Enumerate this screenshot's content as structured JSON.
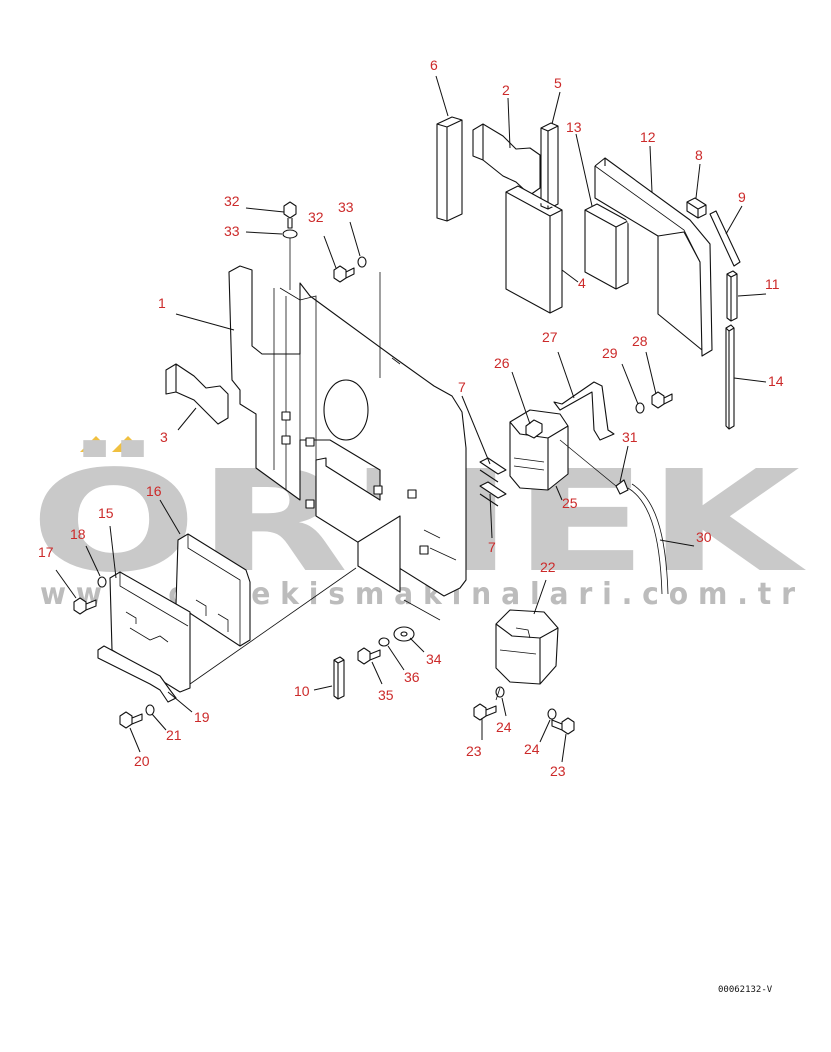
{
  "watermark": {
    "text": "ÖRNEK",
    "url": "w w w . o r n e k i s m a k i n a l a r i . c o m . t r",
    "accent_color": "#f0c040",
    "text_color": "#c9c9c9"
  },
  "document_number": "00062132-V",
  "label_color": "#cc2a2a",
  "labels": {
    "l1": "1",
    "l2": "2",
    "l3": "3",
    "l4": "4",
    "l5": "5",
    "l6": "6",
    "l7a": "7",
    "l7b": "7",
    "l8": "8",
    "l9": "9",
    "l10": "10",
    "l11": "11",
    "l12": "12",
    "l13": "13",
    "l14": "14",
    "l15": "15",
    "l16": "16",
    "l17": "17",
    "l18": "18",
    "l19": "19",
    "l20": "20",
    "l21": "21",
    "l22": "22",
    "l23a": "23",
    "l23b": "23",
    "l24a": "24",
    "l24b": "24",
    "l25": "25",
    "l26": "26",
    "l27": "27",
    "l28": "28",
    "l29": "29",
    "l30": "30",
    "l31": "31",
    "l32a": "32",
    "l32b": "32",
    "l33a": "33",
    "l33b": "33",
    "l34": "34",
    "l35": "35",
    "l36": "36"
  }
}
